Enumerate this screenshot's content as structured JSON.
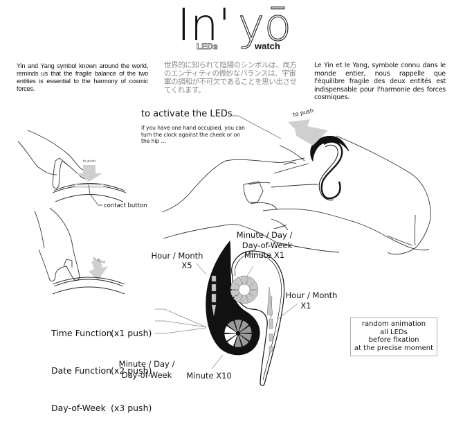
{
  "title": {
    "part1": "In'",
    "part2": "yō",
    "sub_left": "LEDs",
    "sub_right": "watch"
  },
  "paragraphs": {
    "english": "Yin and Yang symbol known around the world, reminds us that the fragile balance of the two entities is essential to the harmony of cosmic forces.",
    "japanese": "世界的に知られて陰陽のシンボルは、両方のエンティティの微妙なバランスは、宇宙軍の調和が不可欠であることを思い出させてくれます。",
    "french": "Le Yin et le Yang, symbole connu dans le monde entier, nous rappelle que l'équilibre fragile des deux entités est indispensable pour l'harmonie des forces cosmiques."
  },
  "activation": {
    "heading": "to activate the LEDs",
    "hint": "if you have one hand occupied, you can turn the clock against the cheek or on the hip ..."
  },
  "push_labels": {
    "top_left": "to push",
    "bottom_left": "to push",
    "wrist": "to push"
  },
  "contact_button_label": "contact button",
  "led_labels": {
    "hour_month_x5": [
      "Hour / Month",
      "X5"
    ],
    "minute_day_x1": [
      "Minute / Day /",
      "Day-of-Week",
      "Minute X1"
    ],
    "hour_month_x1": [
      "Hour / Month",
      "X1"
    ],
    "minute_day_x10_left": [
      "Minute / Day /",
      "Day-of-Week"
    ],
    "minute_x10": "Minute X10"
  },
  "functions": [
    {
      "name": "Time Function",
      "push": "(x1 push)"
    },
    {
      "name": "Date Function",
      "push": "(x2 push)"
    },
    {
      "name": "Day-of-Week",
      "push": "(x3 push)"
    }
  ],
  "animation_note": [
    "random animation",
    "all LEDs",
    "before fixation",
    "at the precise moment"
  ],
  "colors": {
    "ink": "#111111",
    "led_gray": "#c8c8c8",
    "arrow_gray": "#cfcfcf",
    "jp_text": "#8a8a8a"
  }
}
